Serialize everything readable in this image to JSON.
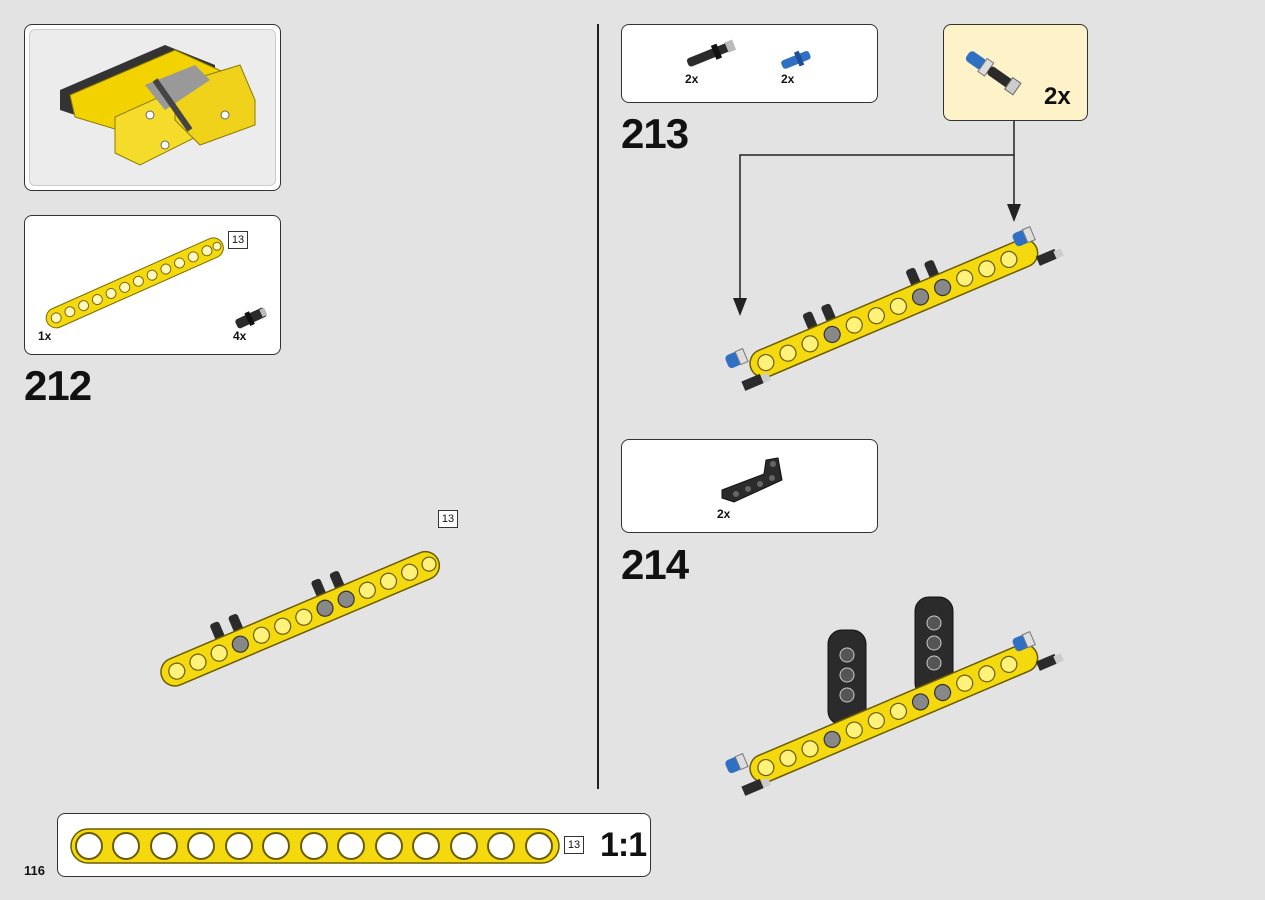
{
  "page": {
    "number": "116"
  },
  "step212": {
    "number": "212",
    "parts": [
      {
        "part": "yellow-beam-13",
        "qty": "1x",
        "length": "13"
      },
      {
        "part": "black-friction-pin",
        "qty": "4x"
      }
    ],
    "model_beam_length": "13"
  },
  "step213": {
    "number": "213",
    "parts": [
      {
        "part": "black-axle-pin",
        "qty": "2x"
      },
      {
        "part": "blue-axle-pin",
        "qty": "2x"
      }
    ],
    "sub_callout": {
      "part": "blue-axle-pin-with-bush",
      "qty": "2x"
    }
  },
  "step214": {
    "number": "214",
    "parts": [
      {
        "part": "black-angled-beam",
        "qty": "2x"
      }
    ]
  },
  "ruler": {
    "length": "13",
    "scale": "1:1"
  },
  "colors": {
    "beam": "#f5d90f",
    "black_part": "#2b2b2b",
    "blue_part": "#2f6fc4",
    "callout_bg": "#fdf2c8"
  }
}
